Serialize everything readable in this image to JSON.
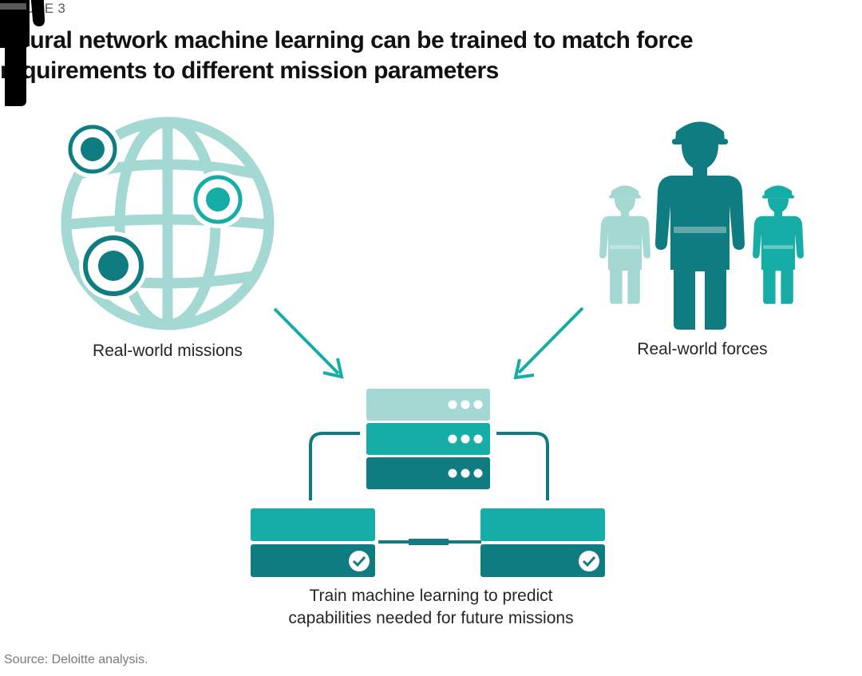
{
  "figure": {
    "label": "FIGURE 3",
    "title": "Neural network machine learning can be trained to match force requirements to different mission parameters"
  },
  "captions": {
    "missions": "Real-world missions",
    "forces": "Real-world forces",
    "train_line1": "Train machine learning to predict",
    "train_line2": "capabilities needed for future missions"
  },
  "source": "Source: Deloitte analysis.",
  "colors": {
    "light_teal": "#a3d8d3",
    "mid_teal": "#16ada7",
    "dark_teal": "#0e7c80"
  },
  "icons": [
    "globe-icon",
    "location-pin-icon",
    "soldier-icon",
    "server-stack-icon",
    "checkmark-icon",
    "arrow-icon"
  ]
}
